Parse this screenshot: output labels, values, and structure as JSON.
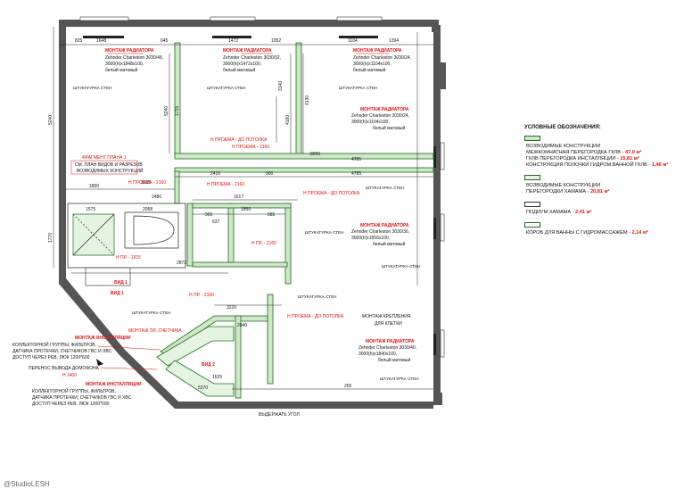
{
  "dims": {
    "top": [
      "825",
      "1648",
      "645",
      "1472",
      "1052",
      "1104",
      "1394"
    ],
    "left": [
      "5240",
      "1770",
      "1800"
    ],
    "mid": [
      "5240",
      "2410",
      "900",
      "4785",
      "8095",
      "1617",
      "2480",
      "2058",
      "1575",
      "1850",
      "637",
      "985",
      "905",
      "3140",
      "4130",
      "4160",
      "3535",
      "2872",
      "3220",
      "2940",
      "1715",
      "1625",
      "5270",
      "265"
    ]
  },
  "labels": {
    "mont_rad": "МОНТАЖ РАДИАТОРА",
    "zehnder1": "Zehnder Charleston 3030/48,",
    "zehnder1b": "3000(h)x1848x100,",
    "zehnder2": "Zehnder Charleston 3030/32,",
    "zehnder2b": "3000(h)x1472x100,",
    "zehnder3": "Zehnder Charleston 3030/24,",
    "zehnder3b": "3000(h)x1104x100,",
    "zehnder4": "Zehnder Charleston 3030/24,",
    "zehnder4b": "3000(h)x1104x100,",
    "zehnder5": "Zehnder Charleston 3030/36,",
    "zehnder5b": "3000(h)x1656x100,",
    "zehnder6": "Zehnder Charleston 3030/40,",
    "zehnder6b": "3000(h)x1840x100,",
    "white_matte": "белый матовый",
    "plaster": "ШТУКАТУРКА СТЕН",
    "h_opening_ceiling": "Н ПРОЕМА - ДО ПОТОЛКА",
    "h_opening_2160": "Н ПРОЕМА - 2160",
    "h_pr_2160": "Н ПР. - 2160",
    "h_pr_1915": "Н ПР. - 1915",
    "fragment1": "ФРАГМЕНТ ПЛАНА 1",
    "fragment2": "СМ. ПЛАН ВИДОВ И РАЗРЕЗОВ",
    "fragment3": "ВОЗВОДИМЫХ КОНСТРУКЦИЙ",
    "vid1": "ВИД 1",
    "vid2": "ВИД 2",
    "mont_el": "МОНТАЖ ЭЛ. СЧЕТЧИКА",
    "mont_inst": "МОНТАЖ ИНСТАЛЛЯЦИИ",
    "inst1": "КОЛЛЕКТОРНОЙ ГРУППЫ, ФИЛЬТРОВ,",
    "inst2": "ДАТЧИКА ПРОТЕЧКИ, СЧЕТЧИКОВ ГВС И ХВС",
    "inst3": "ДОСТУП ЧЕРЕЗ РЕВ. ЛЮК 1200*600",
    "intercom1": "ПЕРЕНОС ВЫВОДА ДОМОФОНА",
    "intercom2": "Н 1400",
    "mont_cage1": "МОНТАЖ КРЕПЛЕНИЯ",
    "mont_cage2": "ДЛЯ КЛЕТКИ",
    "corner": "ВЫДЕРЖАТЬ УГОЛ"
  },
  "legend": {
    "heading": "УСЛОВНЫЕ ОБОЗНАЧЕНИЯ:",
    "l1a": "ВОЗВОДИМЫЕ КОНСТРУКЦИИ",
    "l1b": "МЕЖКОМНАТНАЯ ПЕРЕГОРОДКА ГКЛВ - ",
    "l1b_v": "47,0 м²",
    "l1c": "ГКЛВ ПЕРЕГОРОДКА ИНСТАЛЛЯЦИИ - ",
    "l1c_v": "15,81 м²",
    "l1d": "КОНСТРУКЦИЯ ПОЛОЧКИ ГИДРОМ.ВАННОЙ ГКЛВ - ",
    "l1d_v": "1,46 м²",
    "l2a": "ВОЗВОДИМЫЕ КОНСТРУКЦИИ",
    "l2b": "ПЕРЕГОРОДКИ ХАМАМА - ",
    "l2b_v": "20,81 м²",
    "l3": "ПОДИУМ ХАМАМА - ",
    "l3_v": "2,41 м²",
    "l4": "КОРОБ ДЛЯ ВАННЫ С ГИДРОМАССАЖЕМ - ",
    "l4_v": "2,14 м²"
  },
  "watermark": "@StudioLESH"
}
